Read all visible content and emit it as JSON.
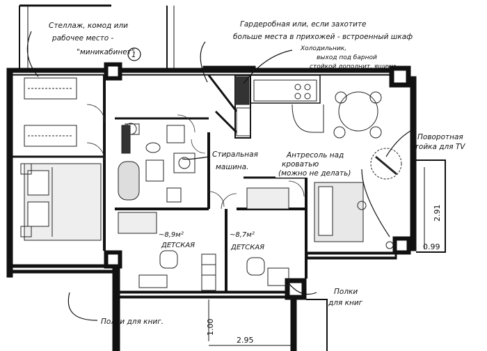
{
  "annotations": {
    "shelving": [
      "Стеллаж, комод или",
      "рабочее место -",
      "\"миникабинет\""
    ],
    "shelving_number": "1",
    "wardrobe": [
      "Гардеробная или, если захотите",
      "больше места в прихожей - встроенный шкаф"
    ],
    "fridge": [
      "Холодильник,",
      "выход под барной",
      "стойкой дополнит. ящики"
    ],
    "tv_stand": [
      "Поворотная",
      "стойка для TV"
    ],
    "mezzanine": [
      "Антресоль над",
      "кроватью",
      "(можно не делать)"
    ],
    "washer": [
      "Стиральная",
      "машина."
    ],
    "shelves_left": "Полки для книг.",
    "shelves_right": [
      "Полки",
      "для книг"
    ]
  },
  "rooms": {
    "kids1_label": "ДЕТСКАЯ",
    "kids1_area": "~8,9м²",
    "kids2_label": "ДЕТСКАЯ",
    "kids2_area": "~8,7м²"
  },
  "dimensions": {
    "balcony_depth": "2.91",
    "balcony_width": "0.99",
    "bottom_depth": "1.00",
    "bottom_width": "2.95"
  }
}
